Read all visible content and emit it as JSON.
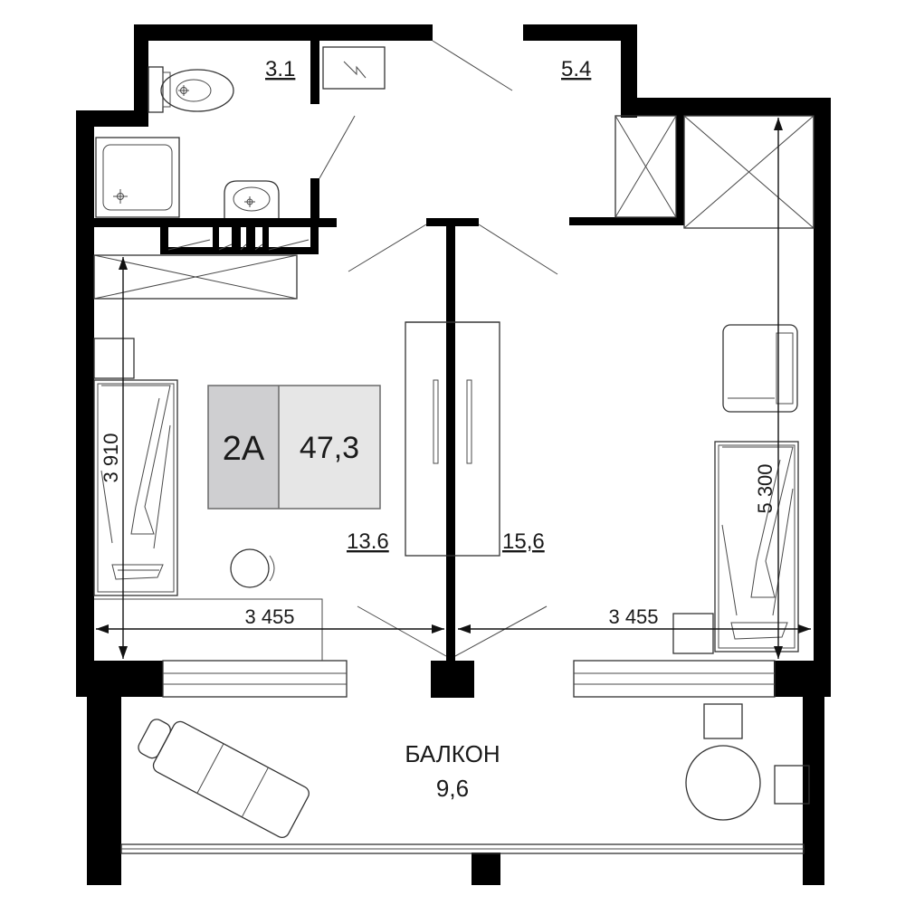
{
  "apartment": {
    "type_label": "2A",
    "total_area": "47,3",
    "colors": {
      "type_box": "#cfcfd1",
      "area_box": "#e6e6e6",
      "walls": "#000000",
      "lines": "#4a4a4a"
    }
  },
  "rooms": {
    "bathroom_area": "3.1",
    "hall_area": "5.4",
    "left_room_area": "13.6",
    "right_room_area": "15,6",
    "balcony_name": "БАЛКОН",
    "balcony_area": "9,6"
  },
  "dimensions": {
    "left_room_width": "3 455",
    "right_room_width": "3 455",
    "left_room_depth": "3 910",
    "right_room_depth": "5 300"
  },
  "icons": [
    "toilet-icon",
    "shower-tray-icon",
    "washbasin-icon",
    "electrical-panel-icon",
    "bed-icon",
    "armchair-icon",
    "chair-icon",
    "table-icon",
    "deck-lounger-icon",
    "wardrobe-icon"
  ]
}
